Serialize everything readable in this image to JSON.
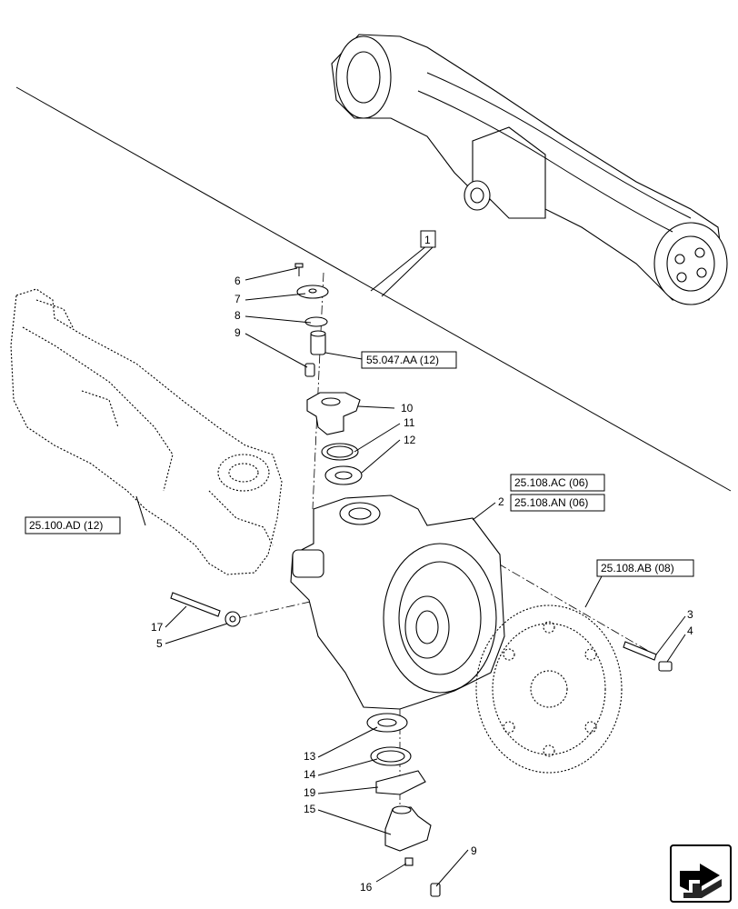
{
  "callouts": {
    "c1": "1",
    "c2": "2",
    "c3": "3",
    "c4": "4",
    "c5": "5",
    "c6": "6",
    "c7": "7",
    "c8": "8",
    "c9a": "9",
    "c9b": "9",
    "c10": "10",
    "c11": "11",
    "c12": "12",
    "c13": "13",
    "c14": "14",
    "c15": "15",
    "c16": "16",
    "c17": "17",
    "c19": "19"
  },
  "references": {
    "r55047": "55.047.AA (12)",
    "r25108ac": "25.108.AC (06)",
    "r25108an": "25.108.AN (06)",
    "r25108ab": "25.108.AB (08)",
    "r25100ad": "25.100.AD (12)"
  },
  "icons": {
    "nav": "next-page-arrow-icon"
  }
}
